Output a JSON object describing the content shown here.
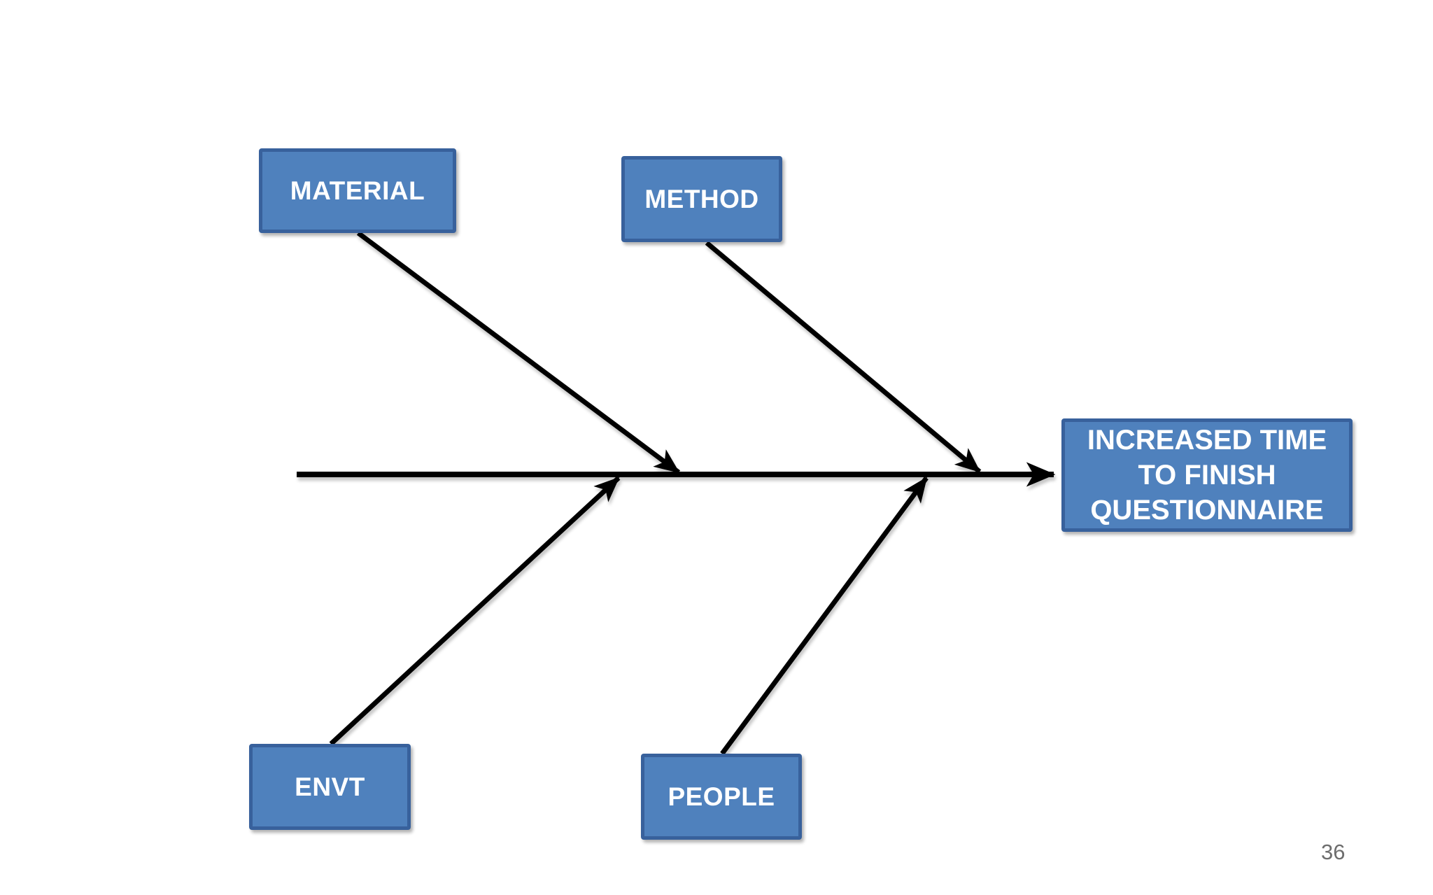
{
  "page": {
    "background_color": "#ffffff",
    "page_number": "36"
  },
  "diagram": {
    "type": "fishbone-cause-effect",
    "line_color": "#000000",
    "box_fill_color": "#4F81BD",
    "box_border_color": "#38619C",
    "box_text_color": "#ffffff",
    "categories": [
      {
        "id": "material",
        "label": "MATERIAL",
        "position": "top-left"
      },
      {
        "id": "method",
        "label": "METHOD",
        "position": "top-right"
      },
      {
        "id": "envt",
        "label": "ENVT",
        "position": "bottom-left"
      },
      {
        "id": "people",
        "label": "PEOPLE",
        "position": "bottom-right"
      }
    ],
    "effect": {
      "label": "INCREASED TIME TO FINISH QUESTIONNAIRE",
      "lines": [
        "INCREASED TIME",
        "TO FINISH",
        "QUESTIONNAIRE"
      ]
    }
  }
}
